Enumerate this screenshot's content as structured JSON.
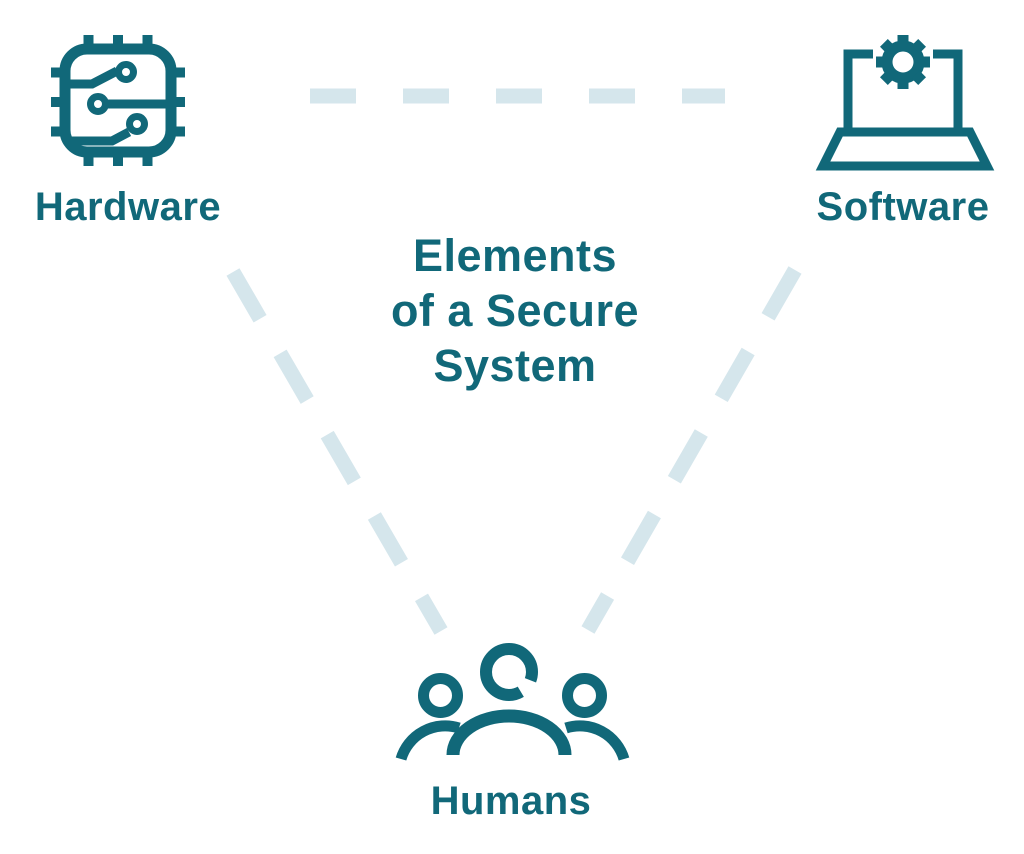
{
  "title": {
    "text": "Elements\nof a Secure\nSystem"
  },
  "nodes": {
    "hardware": {
      "label": "Hardware",
      "icon": "chip-circuit-icon"
    },
    "software": {
      "label": "Software",
      "icon": "laptop-gear-icon"
    },
    "humans": {
      "label": "Humans",
      "icon": "people-group-icon"
    }
  },
  "connectors": [
    {
      "name": "hardware-to-software",
      "style": "dashed"
    },
    {
      "name": "hardware-to-humans",
      "style": "dashed"
    },
    {
      "name": "software-to-humans",
      "style": "dashed"
    }
  ],
  "colors": {
    "teal": "#116879",
    "dash": "#d5e6ec",
    "background": "#ffffff"
  }
}
